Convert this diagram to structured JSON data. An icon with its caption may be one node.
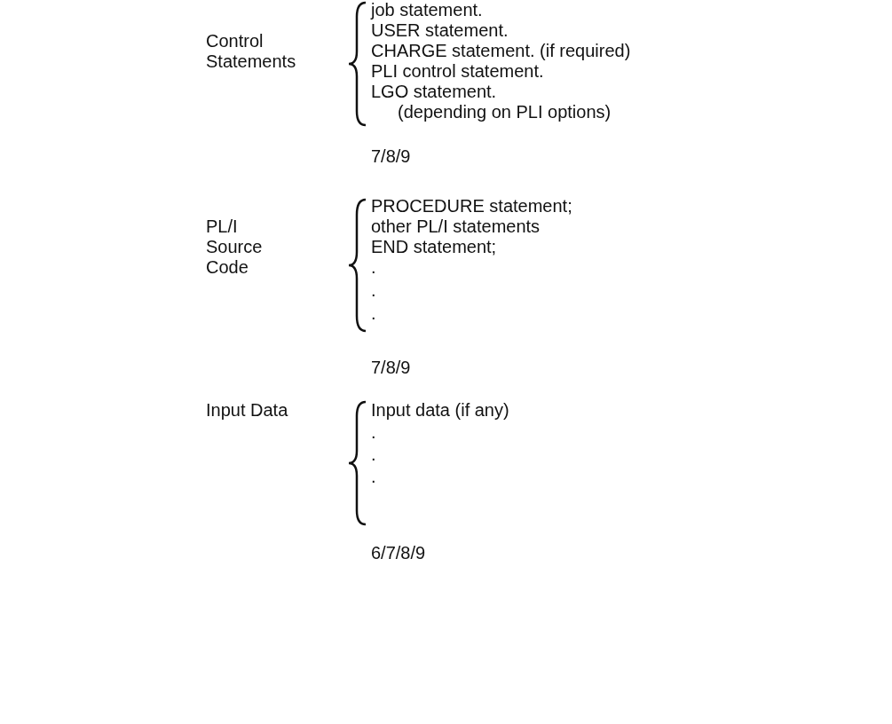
{
  "diagram": {
    "labels": [
      "Control Statements",
      "job statement.",
      "USER statement.",
      "CHARGE statement. (if required)",
      "PLI control statement.",
      "LGO statement.",
      "(depending on PLI options)",
      "7/8/9",
      "PL/I Source Code",
      "PROCEDURE statement;",
      "other PL/I statements",
      "END statement;",
      ".",
      ".",
      ".",
      "7/8/9",
      "Input Data",
      "Input data (if any)",
      ".",
      ".",
      ".",
      "6/7/8/9"
    ]
  }
}
